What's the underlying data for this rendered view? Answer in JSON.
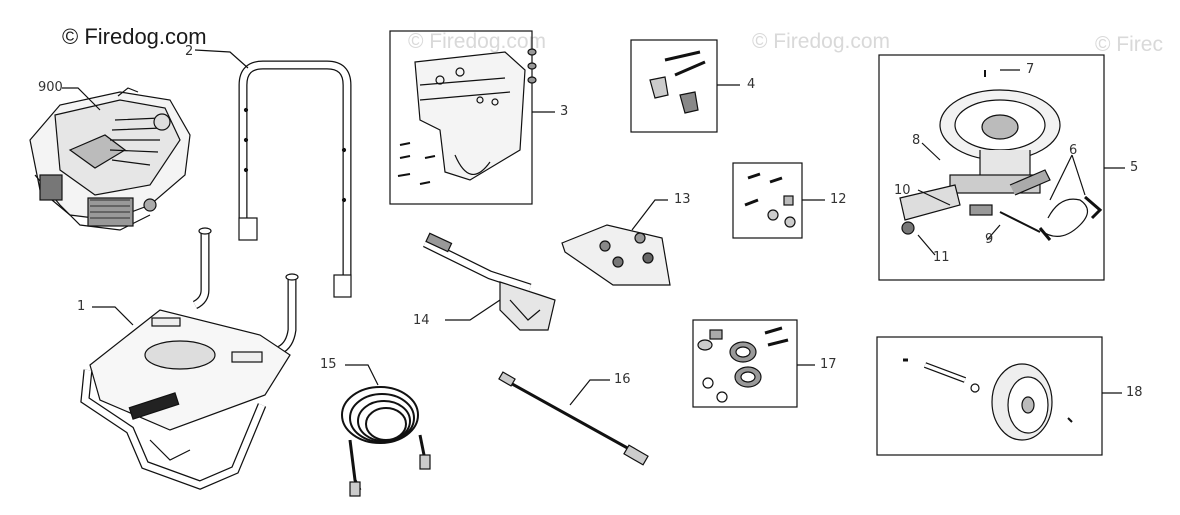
{
  "watermark": {
    "main": "© Firedog.com",
    "faint": [
      "© Firedog.com",
      "© Firedog.com",
      "© Firec"
    ]
  },
  "callouts": {
    "engine": "900",
    "handle": "2",
    "frame": "1",
    "bracket": "3",
    "hardware_4": "4",
    "pin": "7",
    "pump": "5",
    "plug": "8",
    "hose_kit": "6",
    "unloader": "10",
    "oring": "11",
    "check_valve": "9",
    "bolt_kit": "12",
    "nozzle_kit": "13",
    "gun": "14",
    "hose": "15",
    "wand": "16",
    "bearing_kit": "17",
    "wheel_kit": "18"
  }
}
